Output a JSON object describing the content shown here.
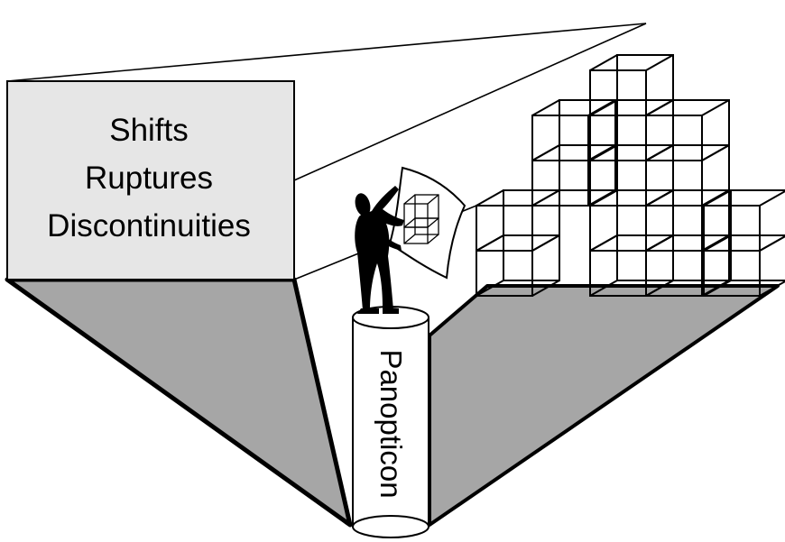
{
  "box": {
    "lines": [
      "Shifts",
      "Ruptures",
      "Discontinuities"
    ]
  },
  "tower": {
    "label": "Panopticon"
  },
  "colors": {
    "floor": "#a6a6a6",
    "box_face": "#e6e6e6",
    "stroke": "#000000",
    "background": "#ffffff"
  },
  "figure": {
    "icon": "person-holding-panel-icon"
  }
}
